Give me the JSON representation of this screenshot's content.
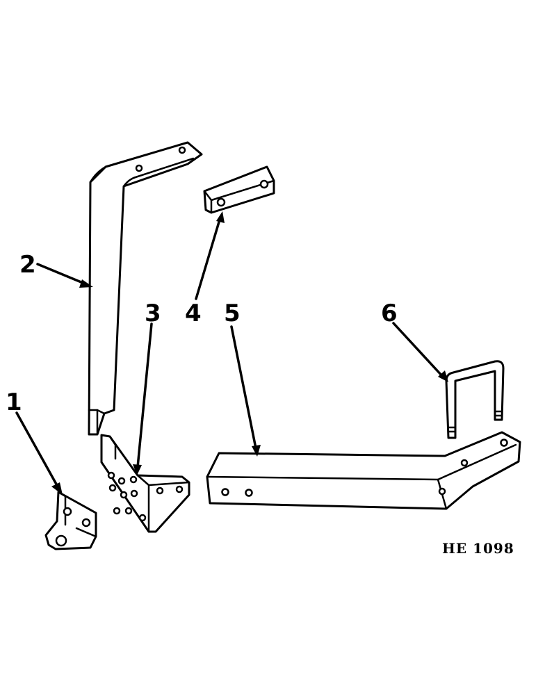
{
  "callouts": {
    "c1": "1",
    "c2": "2",
    "c3": "3",
    "c4": "4",
    "c5": "5",
    "c6": "6"
  },
  "figure_ref": "HE 1098",
  "colors": {
    "ink": "#000000",
    "paper": "#ffffff"
  }
}
